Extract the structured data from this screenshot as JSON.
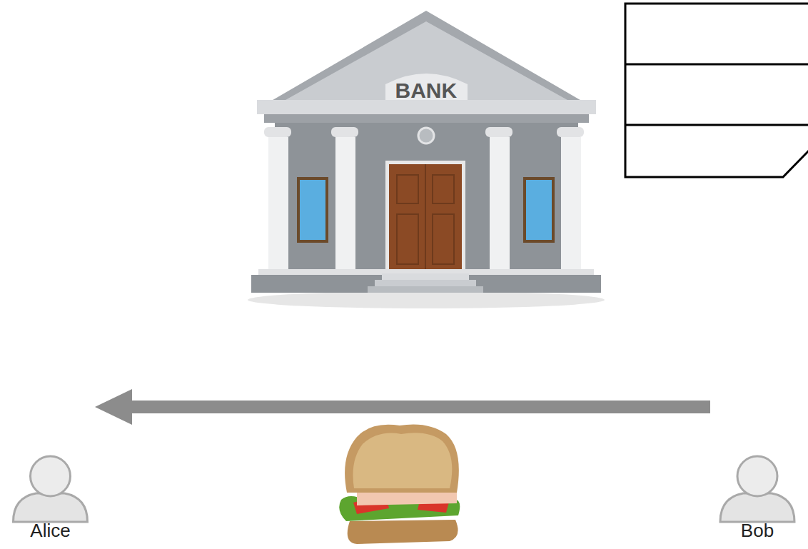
{
  "diagram": {
    "nodes": [
      {
        "text": [
          "Alice"
        ]
      },
      {
        "text": [
          "Bob"
        ]
      }
    ],
    "edges": [
      {
        "from": 1,
        "to": 0,
        "arrow": "to"
      }
    ],
    "labels": [
      "BANK"
    ]
  }
}
